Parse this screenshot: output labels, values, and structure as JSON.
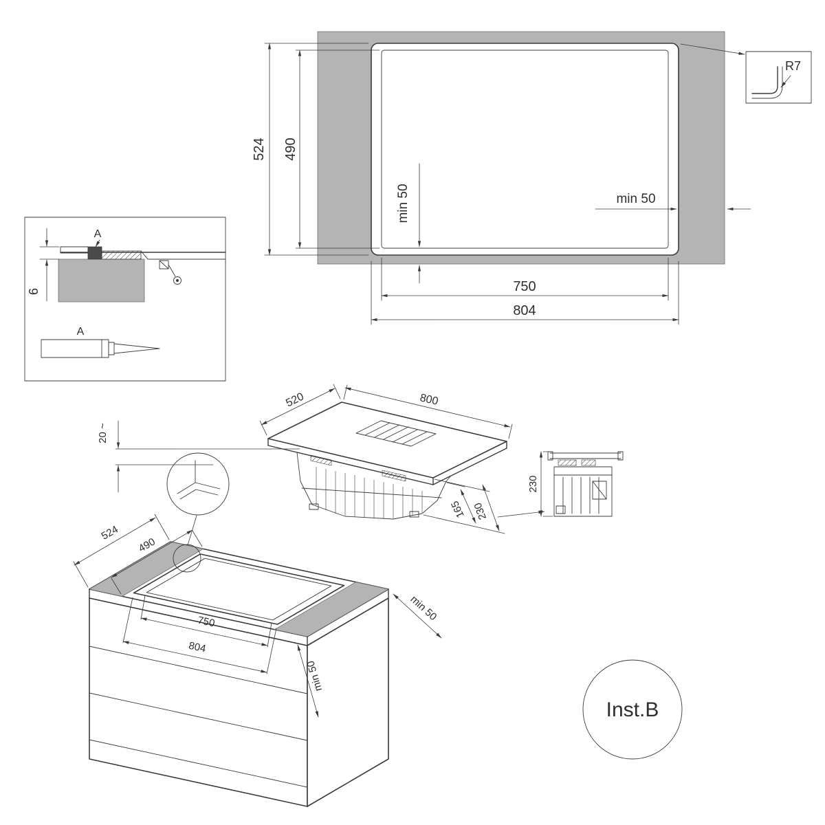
{
  "drawing": {
    "background": "#ffffff",
    "line_color": "#3a3a3a",
    "counter_color": "#b4b4b4",
    "dark_fill": "#4a4a4a"
  },
  "cutout_top_view": {
    "outer_depth": "524",
    "inner_depth": "490",
    "min_clearance_front": "min 50",
    "min_clearance_side": "min 50",
    "inner_width": "750",
    "outer_width": "804",
    "corner_radius": "R7"
  },
  "seal_detail": {
    "section_label": "A",
    "seal_thickness": "6",
    "cartridge_label": "A"
  },
  "hob_iso_view": {
    "depth": "520",
    "width": "800",
    "plenum_height": "165",
    "overall_height": "230",
    "overhang_gap": "20 ~"
  },
  "side_view": {
    "overall_height": "230"
  },
  "cabinet_iso_view": {
    "outer_depth": "524",
    "inner_depth": "490",
    "inner_width": "750",
    "outer_width": "804",
    "min_clearance_side": "min 50",
    "min_clearance_front": "min 50"
  },
  "badge": {
    "label": "Inst.B"
  }
}
